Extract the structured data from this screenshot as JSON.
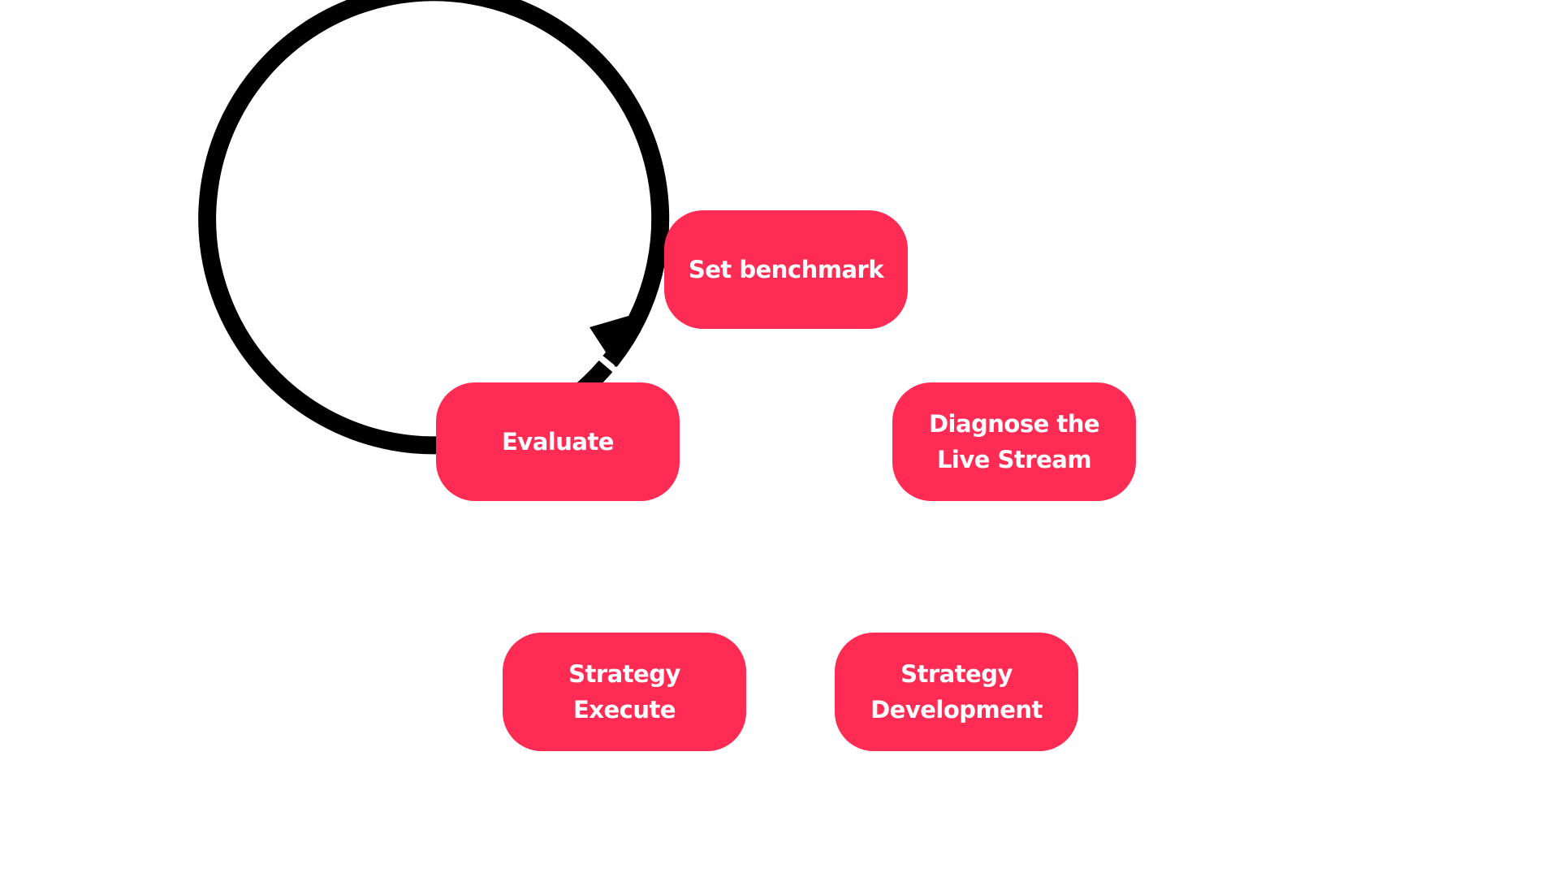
{
  "diagram": {
    "type": "cycle",
    "direction": "clockwise",
    "colors": {
      "step_fill": "#fe2c55",
      "step_text": "#ffffff",
      "ring": "#000000",
      "background": "#ffffff"
    },
    "steps": [
      {
        "label": "Set benchmark"
      },
      {
        "label": "Diagnose the Live Stream"
      },
      {
        "label": "Strategy Development"
      },
      {
        "label": "Strategy Execute"
      },
      {
        "label": "Evaluate"
      }
    ]
  }
}
